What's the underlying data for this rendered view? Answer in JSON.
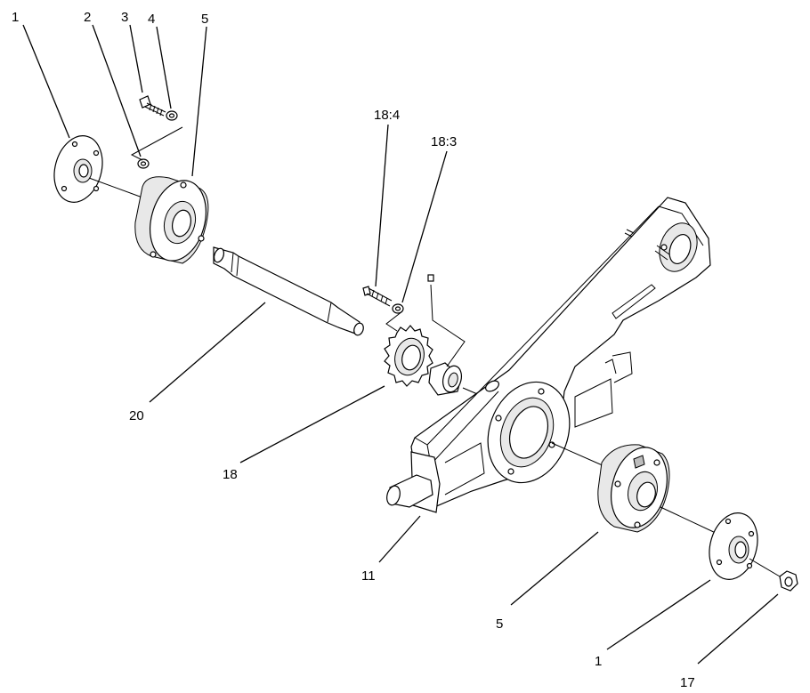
{
  "callouts": {
    "c1_top": "1",
    "c2": "2",
    "c3": "3",
    "c4": "4",
    "c5_top": "5",
    "c18_4": "18:4",
    "c18_3": "18:3",
    "c20": "20",
    "c18": "18",
    "c11": "11",
    "c5_bottom": "5",
    "c1_bottom": "1",
    "c17": "17"
  }
}
